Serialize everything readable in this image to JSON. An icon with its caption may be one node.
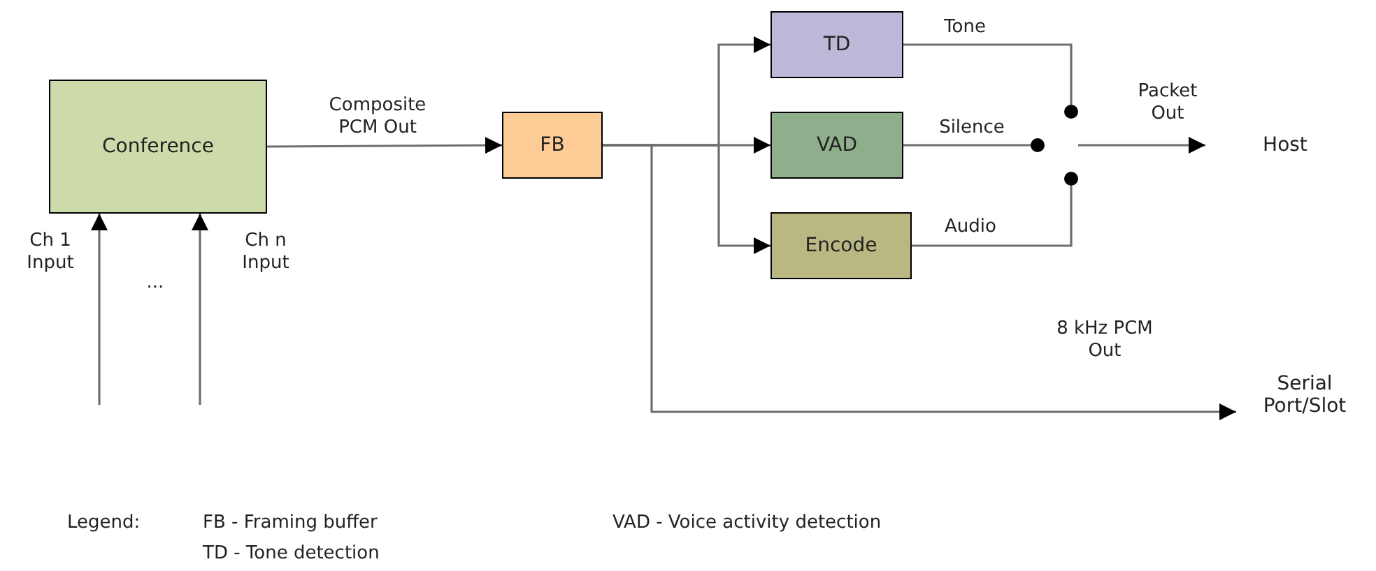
{
  "diagram": {
    "nodes": [
      {
        "text": [
          "Conference"
        ]
      },
      {
        "text": [
          "FB"
        ]
      },
      {
        "text": [
          "TD"
        ]
      },
      {
        "text": [
          "VAD"
        ]
      },
      {
        "text": [
          "Encode"
        ]
      },
      {
        "text": [
          "Host"
        ]
      },
      {
        "text": [
          "Serial Port/Slot"
        ]
      },
      {
        "text": [],
        "shape": "circle"
      },
      {
        "text": [],
        "shape": "circle"
      },
      {
        "text": [],
        "shape": "circle"
      }
    ],
    "edges": [
      {
        "from": null,
        "to": 0,
        "arrow": "to",
        "label": "Ch 1 Input"
      },
      {
        "from": null,
        "to": 0,
        "arrow": "to",
        "label": "Ch n Input"
      },
      {
        "from": 0,
        "to": 1,
        "arrow": "to",
        "label": "Composite PCM Out"
      },
      {
        "from": 1,
        "to": 2,
        "arrow": "to"
      },
      {
        "from": 1,
        "to": 3,
        "arrow": "to"
      },
      {
        "from": 1,
        "to": 4,
        "arrow": "to"
      },
      {
        "from": 1,
        "to": 6,
        "arrow": "to",
        "label": "8 kHz PCM Out"
      },
      {
        "from": 2,
        "to": 7,
        "arrow": "none",
        "label": "Tone"
      },
      {
        "from": 3,
        "to": 8,
        "arrow": "none",
        "label": "Silence"
      },
      {
        "from": 4,
        "to": 9,
        "arrow": "none",
        "label": "Audio"
      },
      {
        "from": null,
        "to": 5,
        "arrow": "to",
        "label": "Packet Out"
      }
    ],
    "labels": [
      "...",
      "Legend:"
    ],
    "legend": [
      {
        "text": "FB - Framing buffer"
      },
      {
        "text": "VAD - Voice activity detection"
      },
      {
        "text": "TD - Tone detection"
      }
    ]
  }
}
